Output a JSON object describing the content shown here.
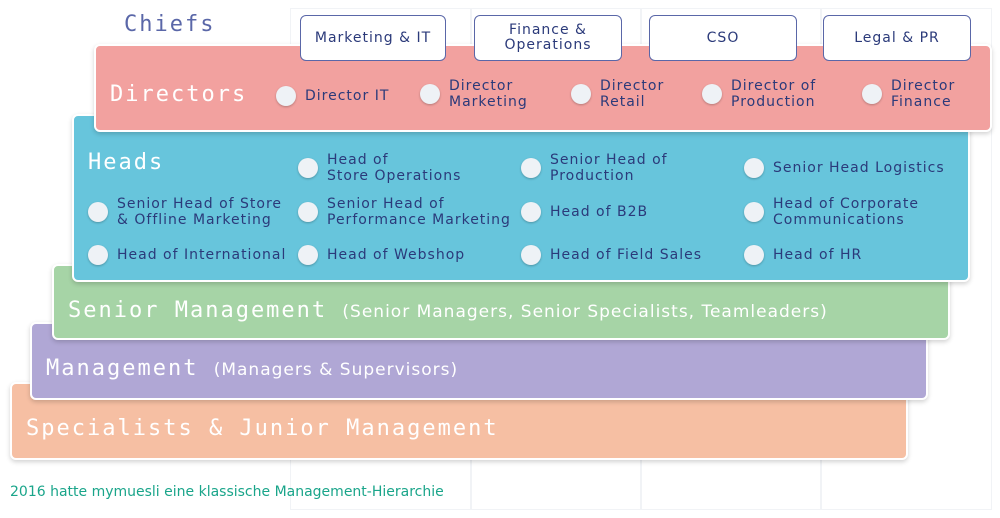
{
  "chiefs": {
    "title": "Chiefs",
    "boxes": [
      "Marketing & IT",
      "Finance &\nOperations",
      "CSO",
      "Legal & PR"
    ]
  },
  "directors": {
    "title": "Directors",
    "items": [
      "Director IT",
      "Director\nMarketing",
      "Director\nRetail",
      "Director of\nProduction",
      "Director\nFinance"
    ]
  },
  "heads": {
    "title": "Heads",
    "items": [
      "Head of\nStore Operations",
      "Senior Head of\nProduction",
      "Senior Head Logistics",
      "Senior Head of Store\n& Offline Marketing",
      "Senior Head of\nPerformance Marketing",
      "Head of B2B",
      "Head of Corporate\nCommunications",
      "Head of International",
      "Head of Webshop",
      "Head of Field Sales",
      "Head of HR"
    ]
  },
  "senior_management": {
    "title": "Senior Management",
    "subtitle": "(Senior Managers, Senior Specialists, Teamleaders)"
  },
  "management": {
    "title": "Management",
    "subtitle": "(Managers & Supervisors)"
  },
  "specialists": {
    "title": "Specialists & Junior Management"
  },
  "caption": "2016 hatte mymuesli eine klassische Management-Hierarchie",
  "colors": {
    "directors": "#f2a19f",
    "heads": "#67c5dc",
    "senior_management": "#a6d4a6",
    "management": "#b0a7d5",
    "specialists": "#f6bfa3",
    "chiefs_title": "#5a67a8",
    "caption": "#1aa58a"
  }
}
